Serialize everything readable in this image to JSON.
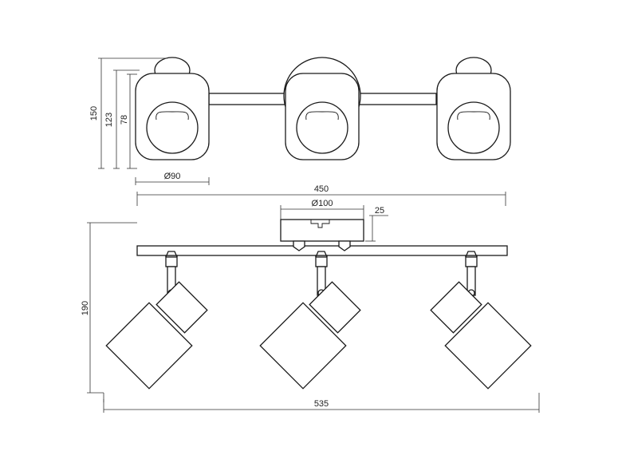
{
  "dimensions": {
    "height_overall": "150",
    "height_shade_mid": "123",
    "height_shade": "78",
    "shade_diameter": "Ø90",
    "bar_length": "450",
    "base_diameter": "Ø100",
    "base_depth": "25",
    "height_side": "190",
    "width_overall": "535"
  },
  "colors": {
    "line": "#1a1a1a",
    "background": "#ffffff"
  }
}
